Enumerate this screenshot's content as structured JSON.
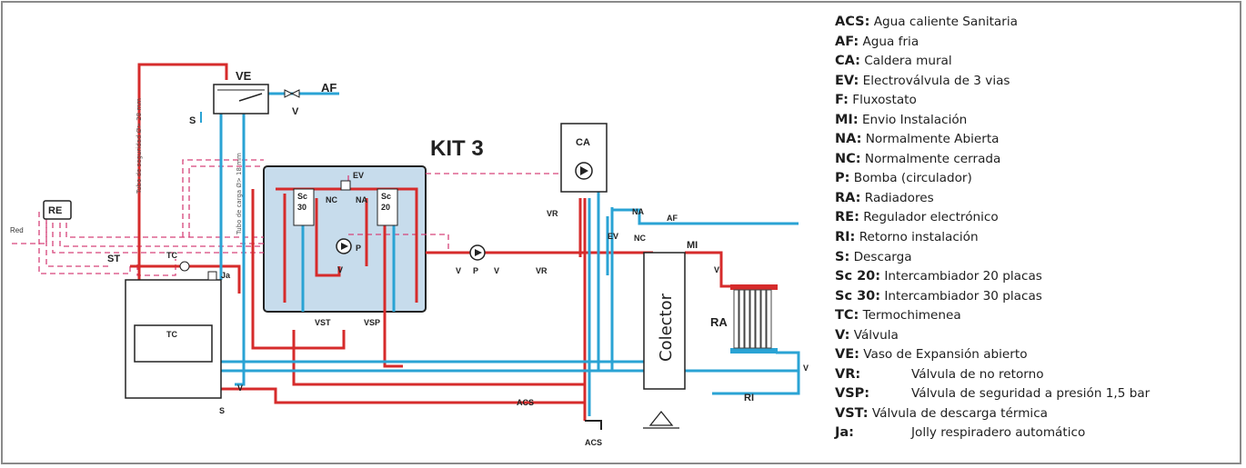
{
  "title": "KIT 3",
  "components": {
    "ca": "CA",
    "ve": "VE",
    "re": "RE",
    "tc": "TC",
    "tc_box": "TC",
    "st": "ST",
    "ja": "Ja",
    "ev": "EV",
    "ev2": "EV",
    "nc": "NC",
    "na": "NA",
    "nc2": "NC",
    "na2": "NA",
    "sc30_a": "Sc",
    "sc30_b": "30",
    "sc20_a": "Sc",
    "sc20_b": "20",
    "p_kit": "P",
    "p_ext": "P",
    "v_kit": "V",
    "v_ext1": "V",
    "v_ext2": "V",
    "v_af": "V",
    "v_mi": "V",
    "v_ri": "V",
    "v_s": "V",
    "vst": "VST",
    "vsp": "VSP",
    "vr1": "VR",
    "vr2": "VR",
    "s_top": "S",
    "s_bottom": "S",
    "af_top": "AF",
    "af_right": "AF",
    "mi": "MI",
    "ri": "RI",
    "ra": "RA",
    "acs_pipe": "ACS",
    "acs_tap": "ACS",
    "colector": "Colector",
    "red": "Red",
    "tube_safety": "Tubo de seguridad Ø> 28 mm",
    "tube_load": "Tubo de carga Ø> 18 mm"
  },
  "legend": [
    {
      "key": "ACS:",
      "desc": "Agua caliente Sanitaria"
    },
    {
      "key": "AF:",
      "desc": "Agua fria"
    },
    {
      "key": "CA:",
      "desc": "Caldera mural"
    },
    {
      "key": "EV:",
      "desc": "Electroválvula de 3 vias"
    },
    {
      "key": "F:",
      "desc": "Fluxostato"
    },
    {
      "key": "MI:",
      "desc": "Envio Instalación"
    },
    {
      "key": "NA:",
      "desc": "Normalmente Abierta"
    },
    {
      "key": "NC:",
      "desc": "Normalmente cerrada"
    },
    {
      "key": "P:",
      "desc": "Bomba (circulador)"
    },
    {
      "key": "RA:",
      "desc": "Radiadores"
    },
    {
      "key": "RE:",
      "desc": "Regulador electrónico"
    },
    {
      "key": "RI:",
      "desc": "Retorno instalación"
    },
    {
      "key": "S:",
      "desc": "Descarga"
    },
    {
      "key": "Sc 20:",
      "desc": "Intercambiador 20 placas"
    },
    {
      "key": "Sc 30:",
      "desc": "Intercambiador 30 placas"
    },
    {
      "key": "TC:",
      "desc": "Termochimenea"
    },
    {
      "key": "V:",
      "desc": "Válvula"
    },
    {
      "key": "VE:",
      "desc": "Vaso de Expansión abierto"
    },
    {
      "key": "VR:",
      "desc": "Válvula de no retorno"
    },
    {
      "key": "VSP:",
      "desc": "Válvula de seguridad a presión 1,5 bar"
    },
    {
      "key": "VST:",
      "desc": "Válvula de descarga térmica"
    },
    {
      "key": "Ja:",
      "desc": "Jolly respiradero automático"
    }
  ],
  "colors": {
    "hot_pipe": "#d62b2b",
    "cold_pipe": "#2aa3d4",
    "signal_line": "#d6437a",
    "kit_fill": "#c7dcec",
    "outline": "#222222"
  }
}
